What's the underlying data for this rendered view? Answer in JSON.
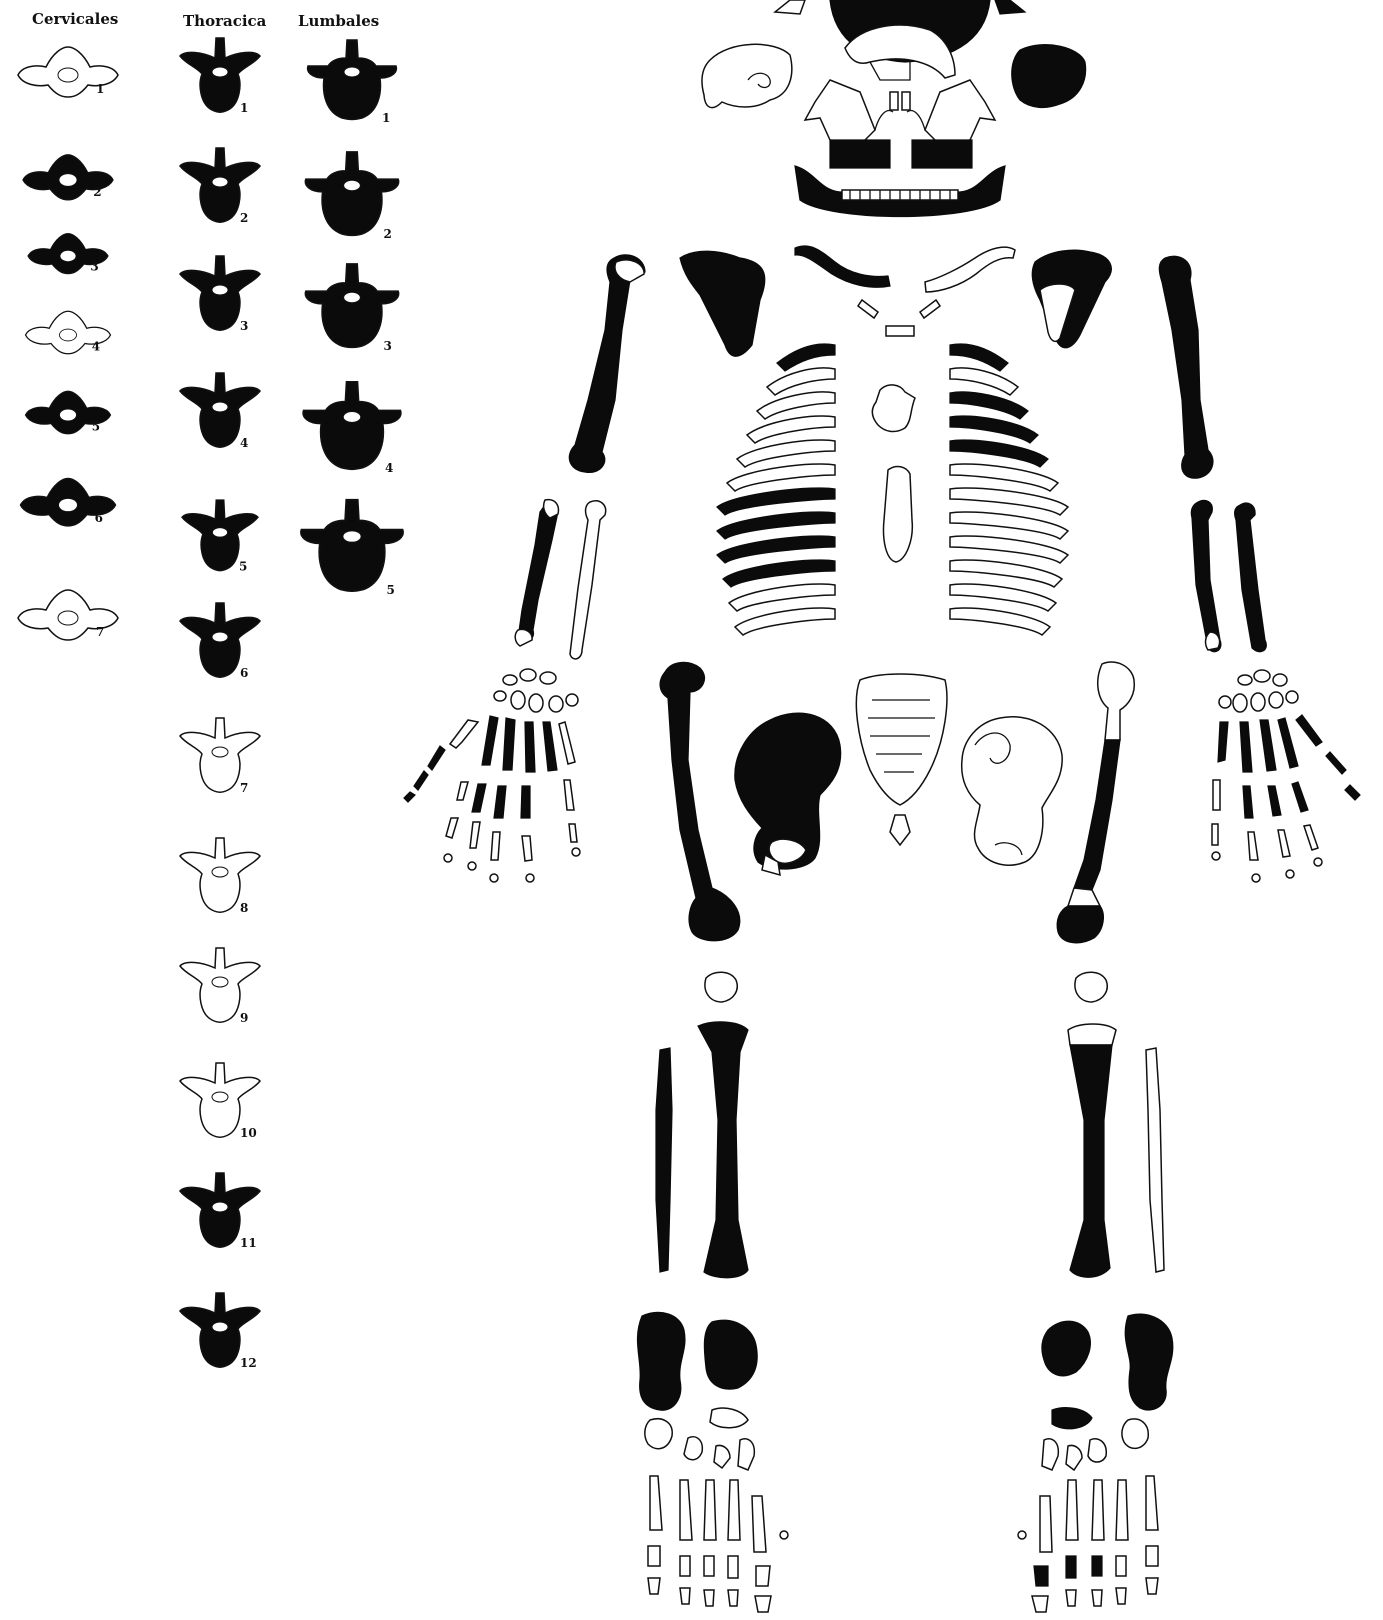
{
  "column_headers": {
    "cervical": "Cervicales",
    "thoracic": "Thoracica",
    "lumbar": "Lumbales"
  },
  "vertebrae": {
    "cervical": [
      {
        "label": "1",
        "present": false
      },
      {
        "label": "2",
        "present": true
      },
      {
        "label": "3",
        "present": true
      },
      {
        "label": "4",
        "present": false
      },
      {
        "label": "5",
        "present": true
      },
      {
        "label": "6",
        "present": true
      },
      {
        "label": "7",
        "present": false
      }
    ],
    "thoracic": [
      {
        "label": "1",
        "present": true
      },
      {
        "label": "2",
        "present": true
      },
      {
        "label": "3",
        "present": true
      },
      {
        "label": "4",
        "present": true
      },
      {
        "label": "5",
        "present": true
      },
      {
        "label": "6",
        "present": true
      },
      {
        "label": "7",
        "present": false
      },
      {
        "label": "8",
        "present": false
      },
      {
        "label": "9",
        "present": false
      },
      {
        "label": "10",
        "present": false
      },
      {
        "label": "11",
        "present": true
      },
      {
        "label": "12",
        "present": true
      }
    ],
    "lumbar": [
      {
        "label": "1",
        "present": true
      },
      {
        "label": "2",
        "present": true
      },
      {
        "label": "3",
        "present": true
      },
      {
        "label": "4",
        "present": true
      },
      {
        "label": "5",
        "present": true
      }
    ]
  },
  "colors": {
    "present_fill": "#0b0b0b",
    "absent_fill": "#ffffff",
    "outline": "#111111"
  }
}
